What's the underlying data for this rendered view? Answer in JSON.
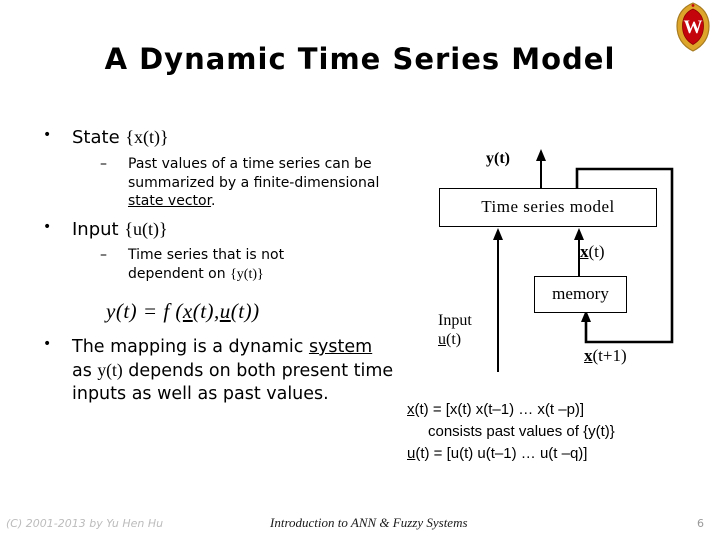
{
  "title": "A Dynamic Time Series Model",
  "logo": {
    "letter": "W"
  },
  "bullets": {
    "dot": "•",
    "dash": "–",
    "b1": {
      "label": "State ",
      "math": "{x(t)}"
    },
    "b1_sub": {
      "pre": "Past values of a time series can be summarized by a finite-dimensional ",
      "underlined": "state vector",
      "post": "."
    },
    "b2": {
      "label": "Input ",
      "math": "{u(t)}"
    },
    "b2_sub": {
      "pre": "Time series that is not dependent on ",
      "math": "{y(t)}"
    },
    "b3": {
      "pre": "The mapping is a dynamic ",
      "underlined": "system",
      "mid": " as ",
      "math": "y(t)",
      "post": " depends on both present time inputs as well as past values."
    }
  },
  "formula": {
    "lead": "y(t) = f (",
    "x": "x",
    "mid": "(t),",
    "u": "u",
    "tail": "(t))"
  },
  "diagram": {
    "y_label": "y(t)",
    "model_box_label": "Time series model",
    "memory_box_label": "memory",
    "x_label": {
      "u": "x",
      "rest": "(t)"
    },
    "input_label": {
      "word": "Input",
      "u": "u",
      "rest": "(t)"
    },
    "x_next_label": {
      "u": "x",
      "rest": "(t+1)"
    }
  },
  "equations": {
    "line1": {
      "u": "x",
      "rest": "(t) = [x(t) x(t–1) … x(t –p)]"
    },
    "line2": "consists past values of {y(t)}",
    "line3": {
      "u": "u",
      "rest": "(t) = [u(t) u(t–1) … u(t –q)]"
    }
  },
  "footer": {
    "copyright": "(C) 2001-2013 by Yu Hen Hu",
    "center": "Introduction to ANN & Fuzzy Systems",
    "page": "6"
  },
  "colors": {
    "logo_gold": "#DDA62B",
    "logo_gold_dark": "#A87B1F",
    "logo_red": "#C5050C"
  }
}
